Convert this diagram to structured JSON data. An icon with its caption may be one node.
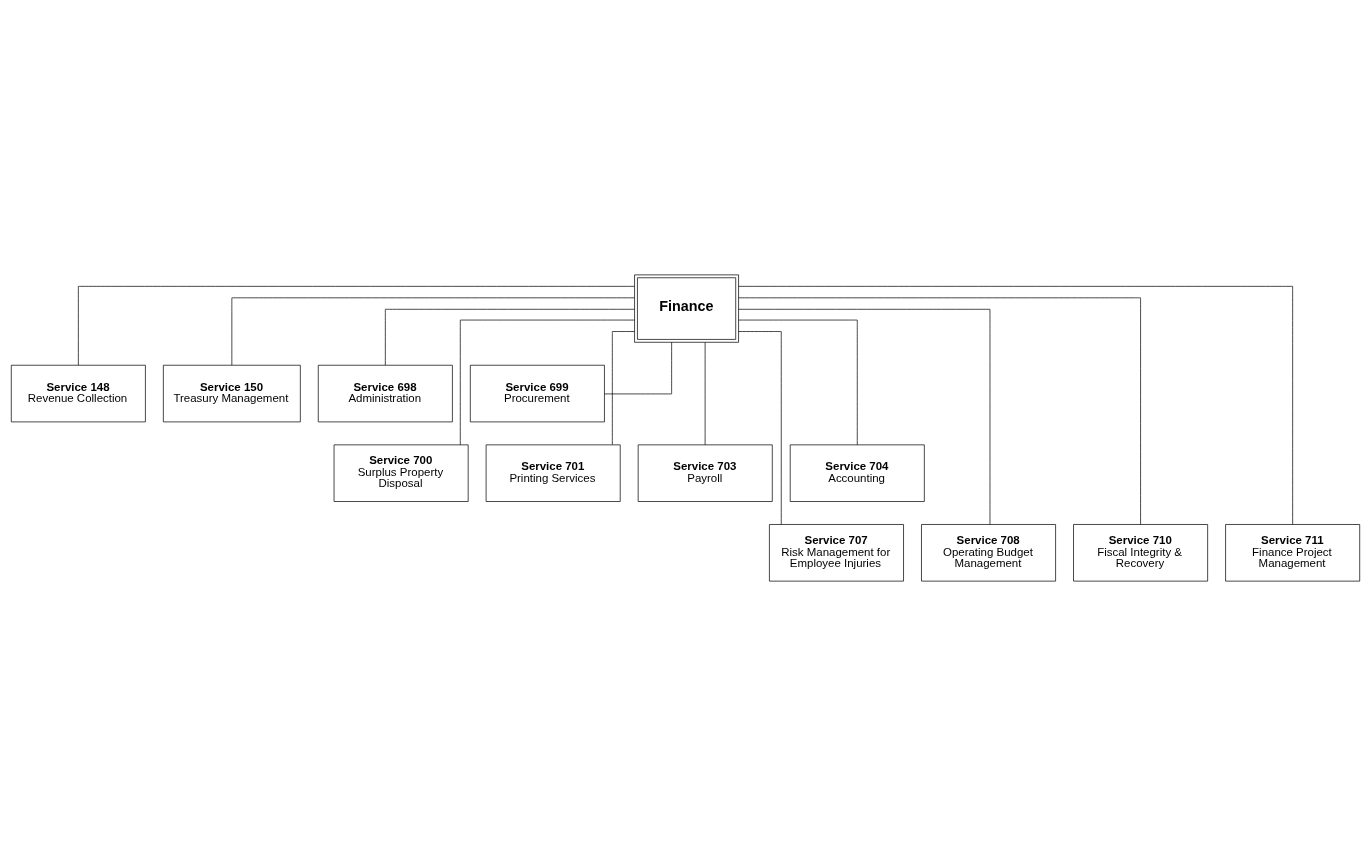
{
  "diagram": {
    "nodes": [
      {
        "text": [
          "Finance"
        ]
      },
      {
        "text": [
          "Service 148",
          "Revenue Collection"
        ]
      },
      {
        "text": [
          "Service 150",
          "Treasury Management"
        ]
      },
      {
        "text": [
          "Service 698",
          "Administration"
        ]
      },
      {
        "text": [
          "Service 699",
          "Procurement"
        ]
      },
      {
        "text": [
          "Service 700",
          "Surplus Property Disposal"
        ]
      },
      {
        "text": [
          "Service 701",
          "Printing Services"
        ]
      },
      {
        "text": [
          "Service 703",
          "Payroll"
        ]
      },
      {
        "text": [
          "Service 704",
          "Accounting"
        ]
      },
      {
        "text": [
          "Service 707",
          "Risk Management for Employee Injuries"
        ]
      },
      {
        "text": [
          "Service 708",
          "Operating Budget Management"
        ]
      },
      {
        "text": [
          "Service 710",
          "Fiscal Integrity & Recovery"
        ]
      },
      {
        "text": [
          "Service 711",
          "Finance Project Management"
        ]
      }
    ],
    "edges": [
      {
        "from": 0,
        "to": 1,
        "arrow": "none"
      },
      {
        "from": 0,
        "to": 2,
        "arrow": "none"
      },
      {
        "from": 0,
        "to": 3,
        "arrow": "none"
      },
      {
        "from": 0,
        "to": 4,
        "arrow": "none"
      },
      {
        "from": 0,
        "to": 5,
        "arrow": "none"
      },
      {
        "from": 0,
        "to": 6,
        "arrow": "none"
      },
      {
        "from": 0,
        "to": 7,
        "arrow": "none"
      },
      {
        "from": 0,
        "to": 8,
        "arrow": "none"
      },
      {
        "from": 0,
        "to": 9,
        "arrow": "none"
      },
      {
        "from": 0,
        "to": 10,
        "arrow": "none"
      },
      {
        "from": 0,
        "to": 11,
        "arrow": "none"
      },
      {
        "from": 0,
        "to": 12,
        "arrow": "none"
      }
    ]
  }
}
